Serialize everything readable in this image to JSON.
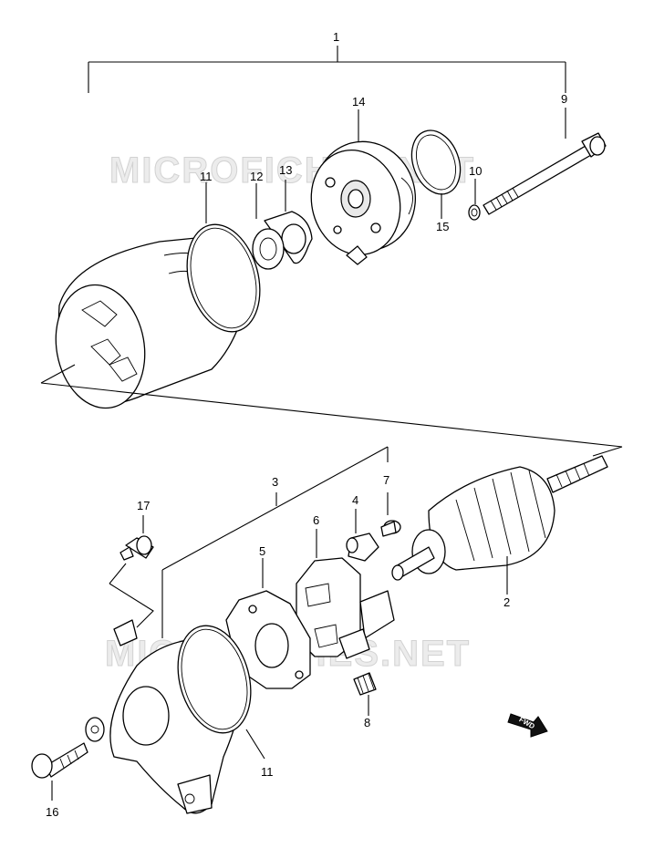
{
  "watermarks": [
    "MICROFICHES.NET",
    "MICROFICHES.NET"
  ],
  "direction_label": "FWD",
  "callouts": {
    "c1": "1",
    "c2": "2",
    "c3": "3",
    "c4": "4",
    "c5": "5",
    "c6": "6",
    "c7": "7",
    "c8": "8",
    "c9": "9",
    "c10": "10",
    "c11a": "11",
    "c11b": "11",
    "c12": "12",
    "c13": "13",
    "c14": "14",
    "c15": "15",
    "c16": "16",
    "c17": "17"
  },
  "icons": {
    "fwd": "arrow-right-down-icon"
  }
}
